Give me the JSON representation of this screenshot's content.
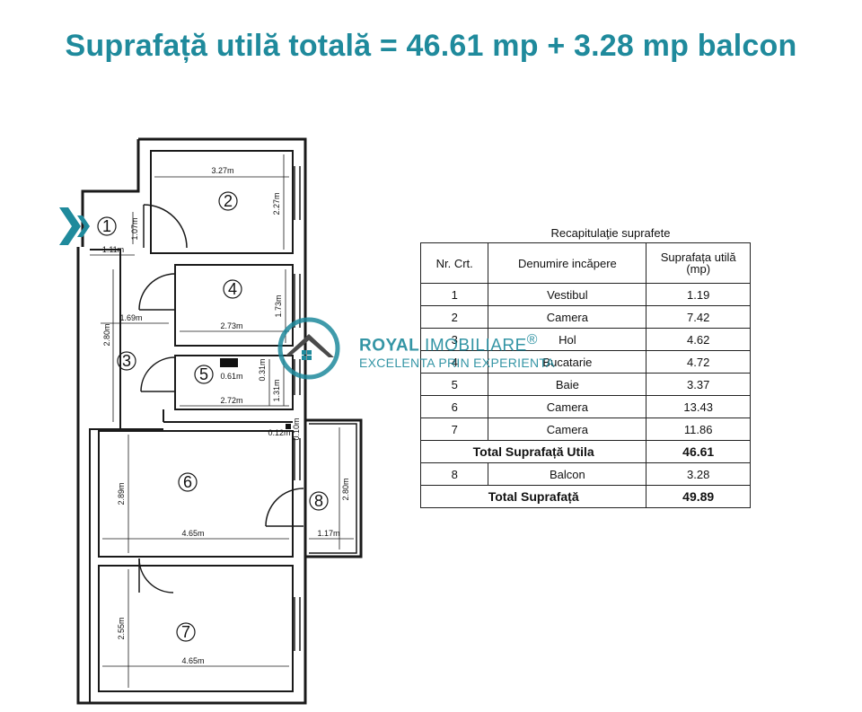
{
  "headline": "Suprafață utilă totală = 46.61 mp + 3.28 mp balcon",
  "colors": {
    "brand_teal": "#1f8a9c",
    "wall": "#1a1a1a",
    "brand_house": "#4a4a4a"
  },
  "plan": {
    "room_numbers": [
      "1",
      "2",
      "3",
      "4",
      "5",
      "6",
      "7",
      "8"
    ],
    "dimensions": {
      "r1_height": "1.07m",
      "r1_width": "1.11m",
      "r2_width": "3.27m",
      "r2_height": "2.27m",
      "r3_width": "1.69m",
      "r3_height": "2.80m",
      "r4_width": "2.73m",
      "r4_height": "1.73m",
      "r5_width": "2.72m",
      "r5_height": "1.31m",
      "r5_niche_w": "0.61m",
      "r5_niche_h": "0.31m",
      "r6_post_w": "0.12m",
      "r6_post_h": "0.10m",
      "r6_height": "2.89m",
      "r6_width": "4.65m",
      "r8_height": "2.80m",
      "r8_width": "1.17m",
      "r7_height": "2.55m",
      "r7_width": "4.65m"
    },
    "entry_icon": "entry-chevron-icon"
  },
  "summary": {
    "title": "Recapitulaţie suprafete",
    "headers": {
      "nr": "Nr. Crt.",
      "name": "Denumire incăpere",
      "area_line1": "Suprafața utilă",
      "area_line2": "(mp)"
    },
    "rows": [
      {
        "nr": "1",
        "name": "Vestibul",
        "area": "1.19"
      },
      {
        "nr": "2",
        "name": "Camera",
        "area": "7.42"
      },
      {
        "nr": "3",
        "name": "Hol",
        "area": "4.62"
      },
      {
        "nr": "4",
        "name": "Bucatarie",
        "area": "4.72"
      },
      {
        "nr": "5",
        "name": "Baie",
        "area": "3.37"
      },
      {
        "nr": "6",
        "name": "Camera",
        "area": "13.43"
      },
      {
        "nr": "7",
        "name": "Camera",
        "area": "11.86"
      }
    ],
    "total_useful": {
      "label": "Total Suprafață Utila",
      "value": "46.61"
    },
    "balcony": {
      "nr": "8",
      "name": "Balcon",
      "area": "3.28"
    },
    "total": {
      "label": "Total Suprafață",
      "value": "49.89"
    }
  },
  "watermark": {
    "name_bold": "ROYAL",
    "name_light": "IMOBILIARE",
    "registered": "®",
    "tagline": "EXCELENTA PRIN EXPERIENTA",
    "icon": "house-logo-icon"
  }
}
